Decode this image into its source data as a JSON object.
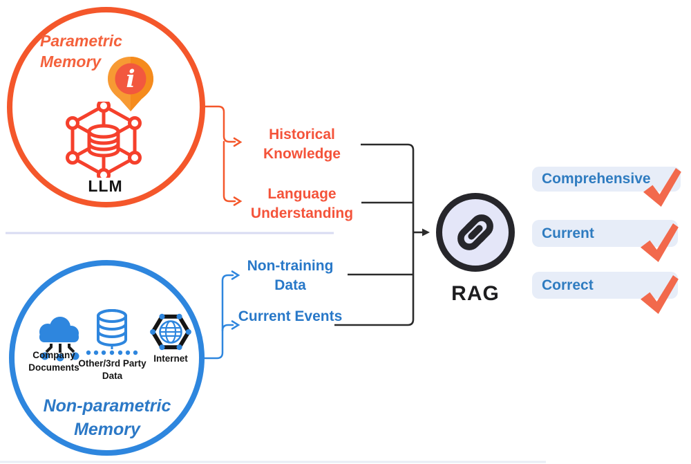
{
  "parametric": {
    "title": "Parametric Memory",
    "node_label": "LLM",
    "outputs": [
      {
        "label": "Historical Knowledge"
      },
      {
        "label": "Language Understanding"
      }
    ]
  },
  "nonparametric": {
    "title": "Non-parametric Memory",
    "sources": [
      {
        "label": "Company Documents",
        "icon": "cloud-documents-icon"
      },
      {
        "label": "Other/3rd Party Data",
        "icon": "database-icon"
      },
      {
        "label": "Internet",
        "icon": "internet-globe-icon"
      }
    ],
    "outputs": [
      {
        "label": "Non-training Data"
      },
      {
        "label": "Current Events"
      }
    ]
  },
  "rag": {
    "label": "RAG",
    "icon": "chain-link-icon"
  },
  "benefits": [
    {
      "label": "Comprehensive"
    },
    {
      "label": "Current"
    },
    {
      "label": "Correct"
    }
  ],
  "colors": {
    "orange": "#F4572B",
    "orange_text": "#F4533A",
    "blue": "#2E86DE",
    "blue_text": "#2878C8",
    "dark": "#26262B",
    "rag_fill": "#E4E6F8",
    "pill_bg": "#E7EDF8",
    "pill_text": "#2F7CC0",
    "check": "#F2694C",
    "divider": "#D8DBF2"
  }
}
